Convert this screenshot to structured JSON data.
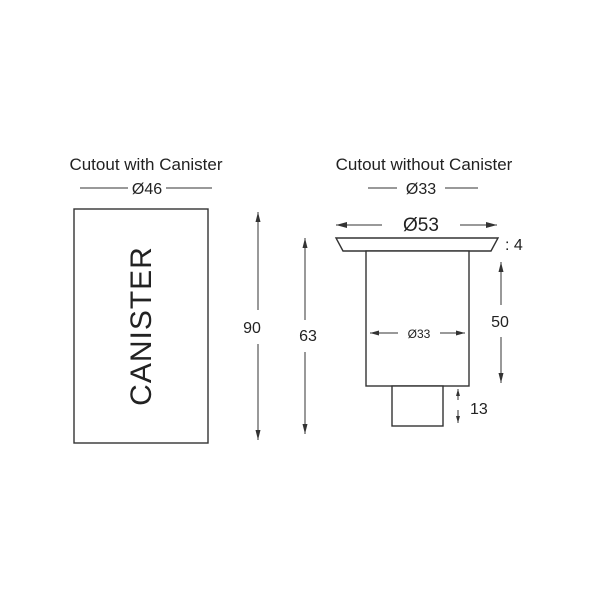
{
  "left_view": {
    "title": "Cutout with Canister",
    "cutout_diameter": "Ø46",
    "canister_label": "CANISTER",
    "height_total": "90",
    "height_inner": "63"
  },
  "right_view": {
    "title": "Cutout without Canister",
    "cutout_diameter": "Ø33",
    "flange_diameter": "Ø53",
    "flange_thickness": ": 4",
    "body_height": "50",
    "body_diameter": "Ø33",
    "base_height": "13"
  }
}
